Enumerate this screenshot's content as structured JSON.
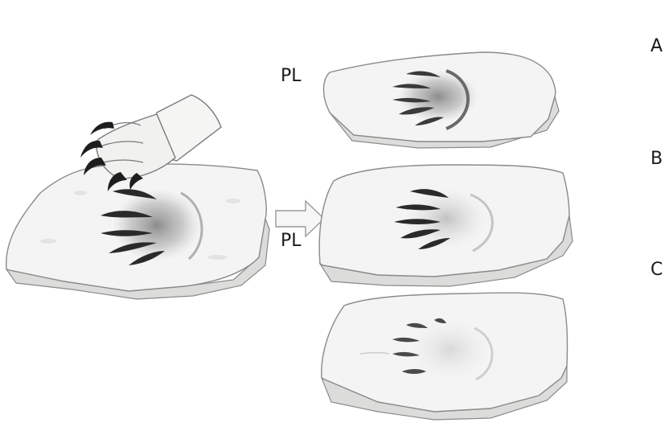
{
  "labels": {
    "panel_a": "A",
    "panel_b": "B",
    "panel_c": "C",
    "pl_upper": "PL",
    "pl_lower": "PL"
  },
  "colors": {
    "slab_fill": "#f3f4f3",
    "slab_edge": "#8a8a8a",
    "slab_side": "#d8d8d6",
    "claw_dark": "#2a2a2a",
    "shade": "#9a9a9a",
    "arrow_fill": "#f6f6f6",
    "arrow_stroke": "#999999"
  }
}
